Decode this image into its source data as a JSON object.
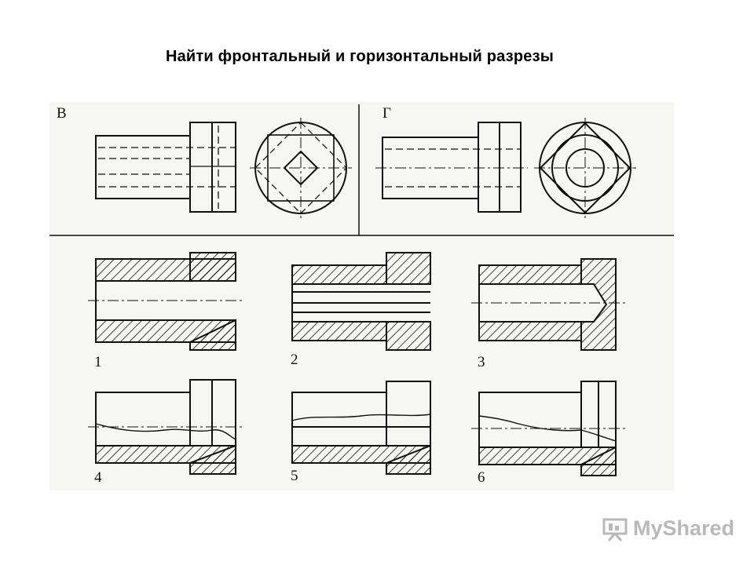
{
  "title": "Найти фронтальный и горизонтальный разрезы",
  "panels": {
    "top_left_label": "В",
    "top_right_label": "Г"
  },
  "variants": [
    "1",
    "2",
    "3",
    "4",
    "5",
    "6"
  ],
  "watermark": {
    "text": "MyShared",
    "icon": "presentation-board-icon"
  },
  "colors": {
    "line": "#111111",
    "sheet": "#f6f6f3",
    "watermark": "#b9b9b9"
  }
}
